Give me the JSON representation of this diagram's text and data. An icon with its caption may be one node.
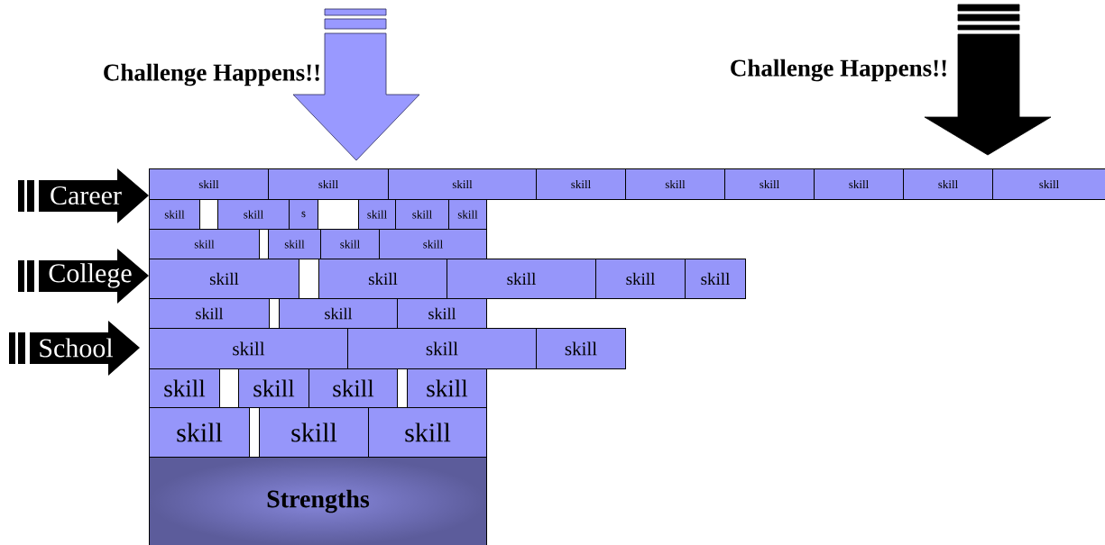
{
  "diagram": {
    "nodes": [
      {
        "text": [],
        "shape": "arrow",
        "beside": [
          "Challenge Happens!!"
        ]
      },
      {
        "text": [],
        "shape": "arrow",
        "beside": [
          "Challenge Happens!!"
        ]
      },
      {
        "text": [
          "Career"
        ]
      },
      {
        "text": [
          "skill"
        ]
      },
      {
        "text": [
          "skill"
        ]
      },
      {
        "text": [
          "skill"
        ]
      },
      {
        "text": [
          "skill"
        ]
      },
      {
        "text": [
          "skill"
        ]
      },
      {
        "text": [
          "skill"
        ]
      },
      {
        "text": [
          "skill"
        ]
      },
      {
        "text": [
          "skill"
        ]
      },
      {
        "text": [
          "skill"
        ]
      },
      {
        "text": [
          "skill"
        ]
      },
      {
        "text": [
          "skill"
        ]
      },
      {
        "text": [
          "s"
        ]
      },
      {
        "text": [
          "skill"
        ]
      },
      {
        "text": [
          "skill"
        ]
      },
      {
        "text": [
          "skill"
        ]
      },
      {
        "text": [
          "skill"
        ]
      },
      {
        "text": [
          "skill"
        ]
      },
      {
        "text": [
          "skill"
        ]
      },
      {
        "text": [
          "skill"
        ]
      },
      {
        "text": [
          "College"
        ]
      },
      {
        "text": [
          "skill"
        ]
      },
      {
        "text": [
          "skill"
        ]
      },
      {
        "text": [
          "skill"
        ]
      },
      {
        "text": [
          "skill"
        ]
      },
      {
        "text": [
          "skill"
        ]
      },
      {
        "text": [
          "skill"
        ]
      },
      {
        "text": [
          "skill"
        ]
      },
      {
        "text": [
          "skill"
        ]
      },
      {
        "text": [
          "School"
        ]
      },
      {
        "text": [
          "skill"
        ]
      },
      {
        "text": [
          "skill"
        ]
      },
      {
        "text": [
          "skill"
        ]
      },
      {
        "text": [
          "skill"
        ]
      },
      {
        "text": [
          "skill"
        ]
      },
      {
        "text": [
          "skill"
        ]
      },
      {
        "text": [
          "skill"
        ]
      },
      {
        "text": [
          "skill"
        ]
      },
      {
        "text": [
          "skill"
        ]
      },
      {
        "text": [
          "skill"
        ]
      },
      {
        "text": [
          "Strengths"
        ]
      }
    ]
  }
}
